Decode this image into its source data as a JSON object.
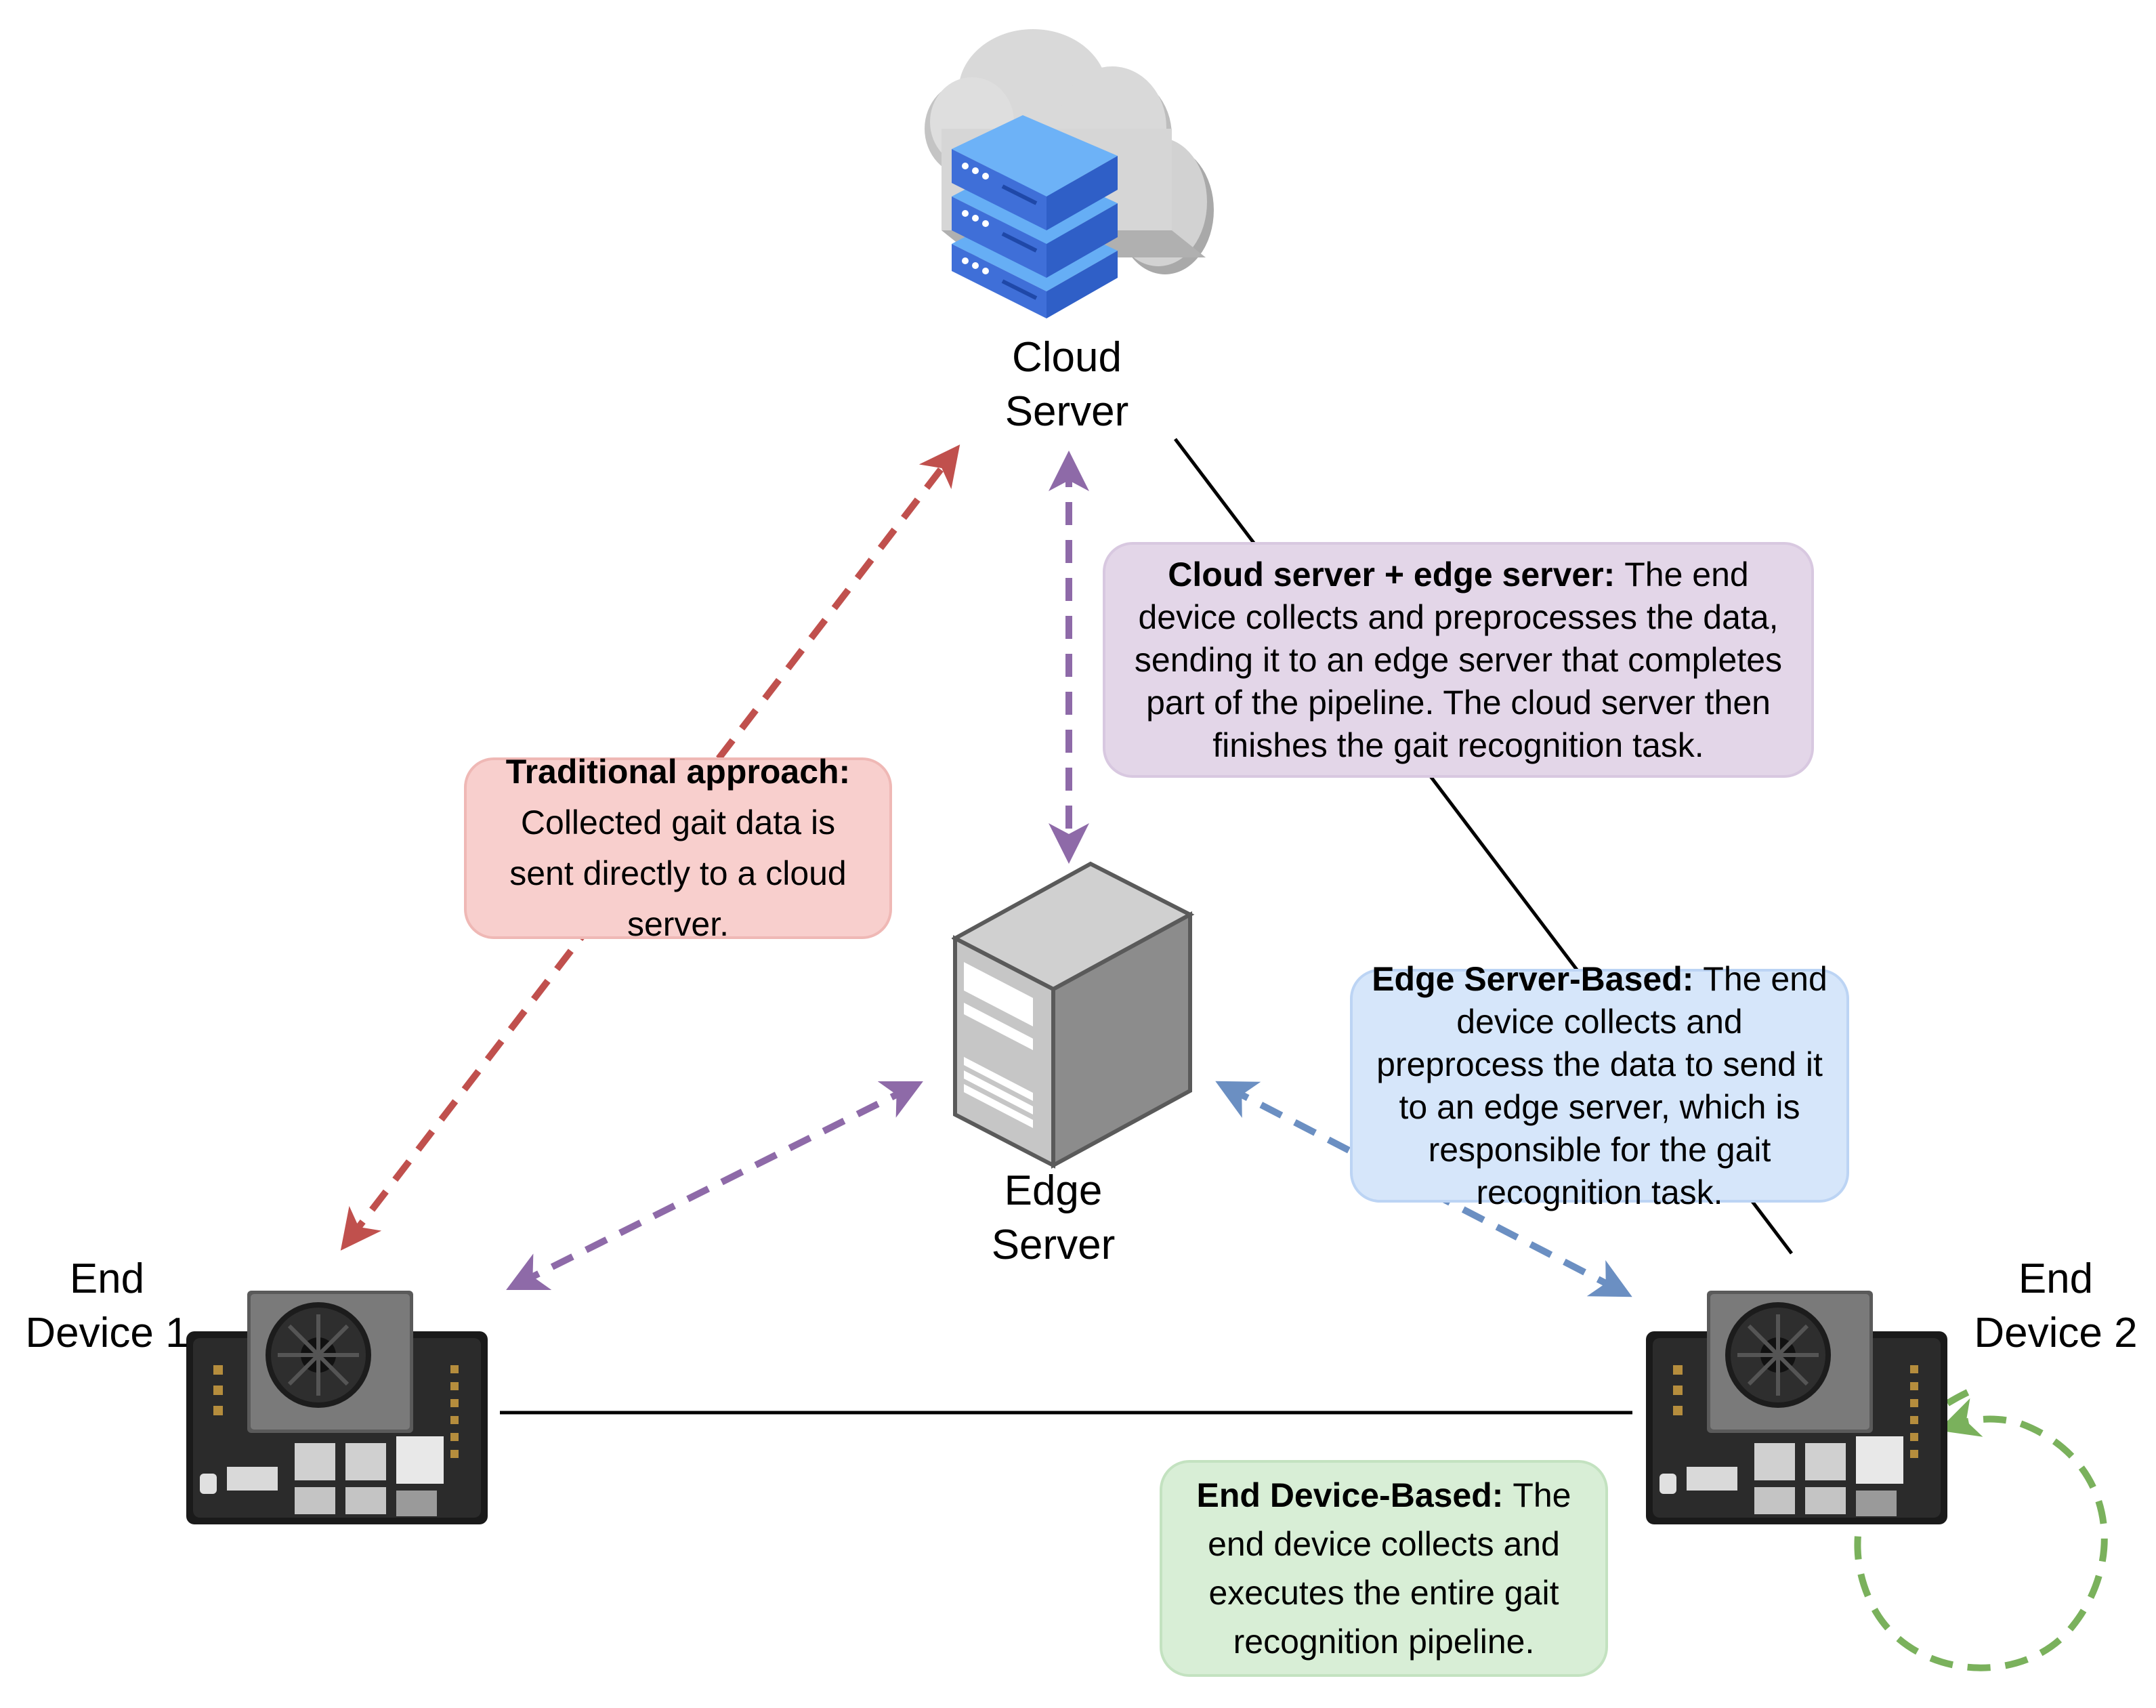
{
  "nodes": {
    "cloud_server": {
      "line1": "Cloud",
      "line2": "Server",
      "icon": "cloud-server-icon"
    },
    "edge_server": {
      "line1": "Edge",
      "line2": "Server",
      "icon": "server-tower-icon"
    },
    "end_device_1": {
      "line1": "End",
      "line2": "Device 1",
      "icon": "dev-board-icon"
    },
    "end_device_2": {
      "line1": "End",
      "line2": "Device 2",
      "icon": "dev-board-icon"
    }
  },
  "callouts": {
    "traditional": {
      "title": "Traditional approach:",
      "body": "Collected gait data is sent directly to a cloud server.",
      "color": "#f8cfcd"
    },
    "cloud_edge": {
      "title": "Cloud server + edge server:",
      "body": "The end device collects and preprocesses the data, sending it to an edge server that completes part of the pipeline. The cloud server then finishes the gait recognition task.",
      "color": "#e3d6e8"
    },
    "edge_based": {
      "title": "Edge Server-Based:",
      "body": "The end device collects and preprocess the data to send it to an edge server, which is responsible for the gait recognition task.",
      "color": "#d6e6fa"
    },
    "end_device_based": {
      "title": "End Device-Based:",
      "body": "The end device collects and executes the entire gait recognition pipeline.",
      "color": "#d8eed6"
    }
  },
  "colors": {
    "traditional_arrow": "#c0504d",
    "cloud_edge_arrow": "#8e6aa8",
    "edge_based_arrow": "#6b8fc2",
    "end_device_arrow": "#7ab15c",
    "triangle_line": "#000000"
  }
}
